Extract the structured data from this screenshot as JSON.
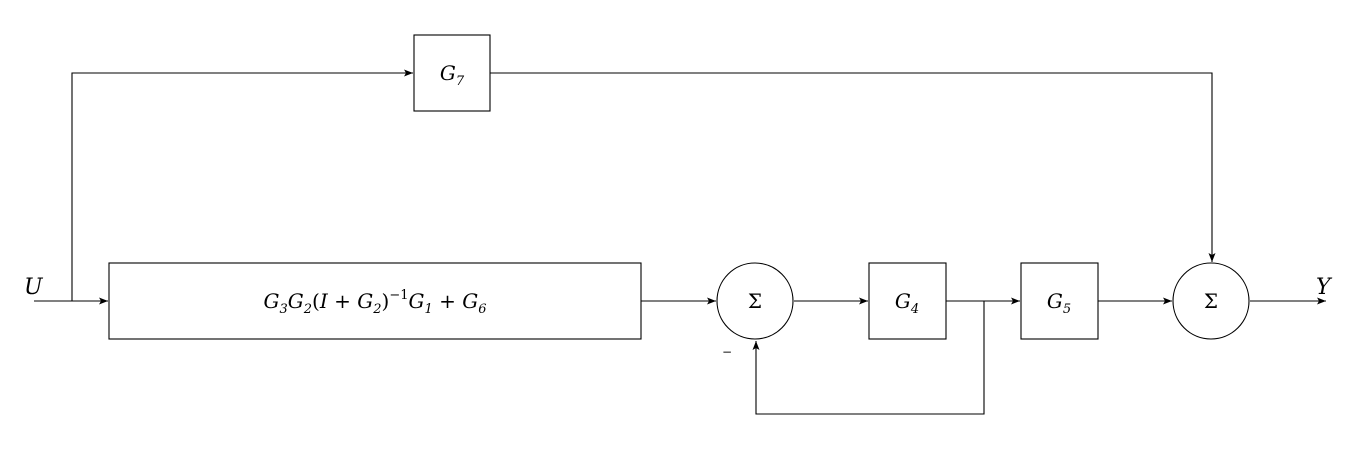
{
  "signals": {
    "input": "U",
    "output": "Y"
  },
  "blocks": {
    "g7": {
      "name": "G",
      "sub": "7"
    },
    "g4": {
      "name": "G",
      "sub": "4"
    },
    "g5": {
      "name": "G",
      "sub": "5"
    },
    "forward": {
      "g3": "G",
      "g3_sub": "3",
      "g2": "G",
      "g2_sub": "2",
      "open": "(",
      "i": "I",
      "plus1": " + ",
      "g2b": "G",
      "g2b_sub": "2",
      "close": ")",
      "exp": "−1",
      "g1": "G",
      "g1_sub": "1",
      "plus2": " + ",
      "g6": "G",
      "g6_sub": "6"
    }
  },
  "summers": {
    "sum1": {
      "symbol": "Σ",
      "feedback_sign": "−"
    },
    "sum2": {
      "symbol": "Σ"
    }
  }
}
